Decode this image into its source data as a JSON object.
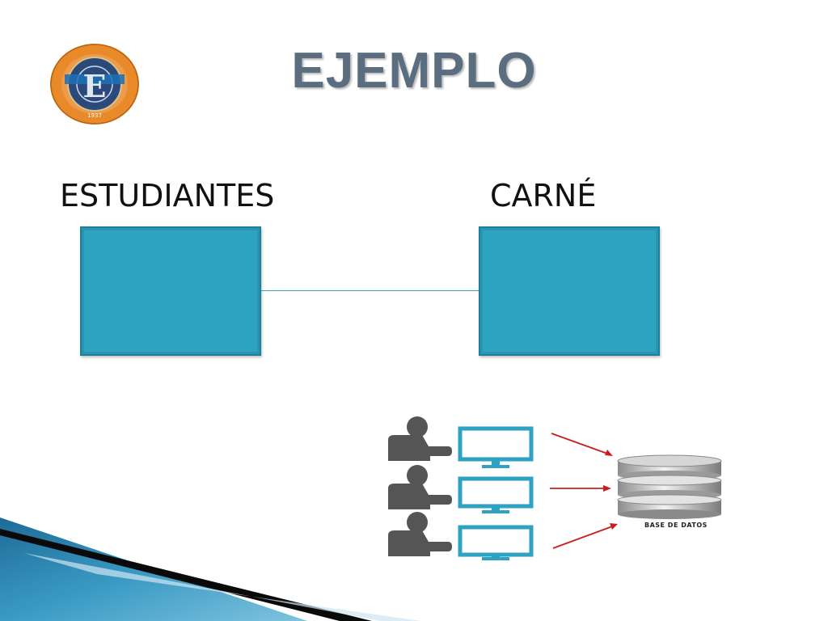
{
  "slide": {
    "title": "EJEMPLO"
  },
  "logo": {
    "emblem_letter": "E",
    "year": "1937"
  },
  "entities": [
    {
      "label": "ESTUDIANTES"
    },
    {
      "label": "CARNÉ"
    }
  ],
  "illustration": {
    "users": 3,
    "database_caption": "BASE DE DATOS"
  },
  "colors": {
    "entity_fill": "#2ea2c1",
    "entity_border": "#1f7f99",
    "connector": "#3aa6c2",
    "title_text": "#5a6e7f",
    "logo_ring": "#e88a2a",
    "logo_core": "#2b4a7a",
    "user_silhouette": "#555555",
    "monitor": "#2ea2c1",
    "arrow": "#c81e1e"
  }
}
